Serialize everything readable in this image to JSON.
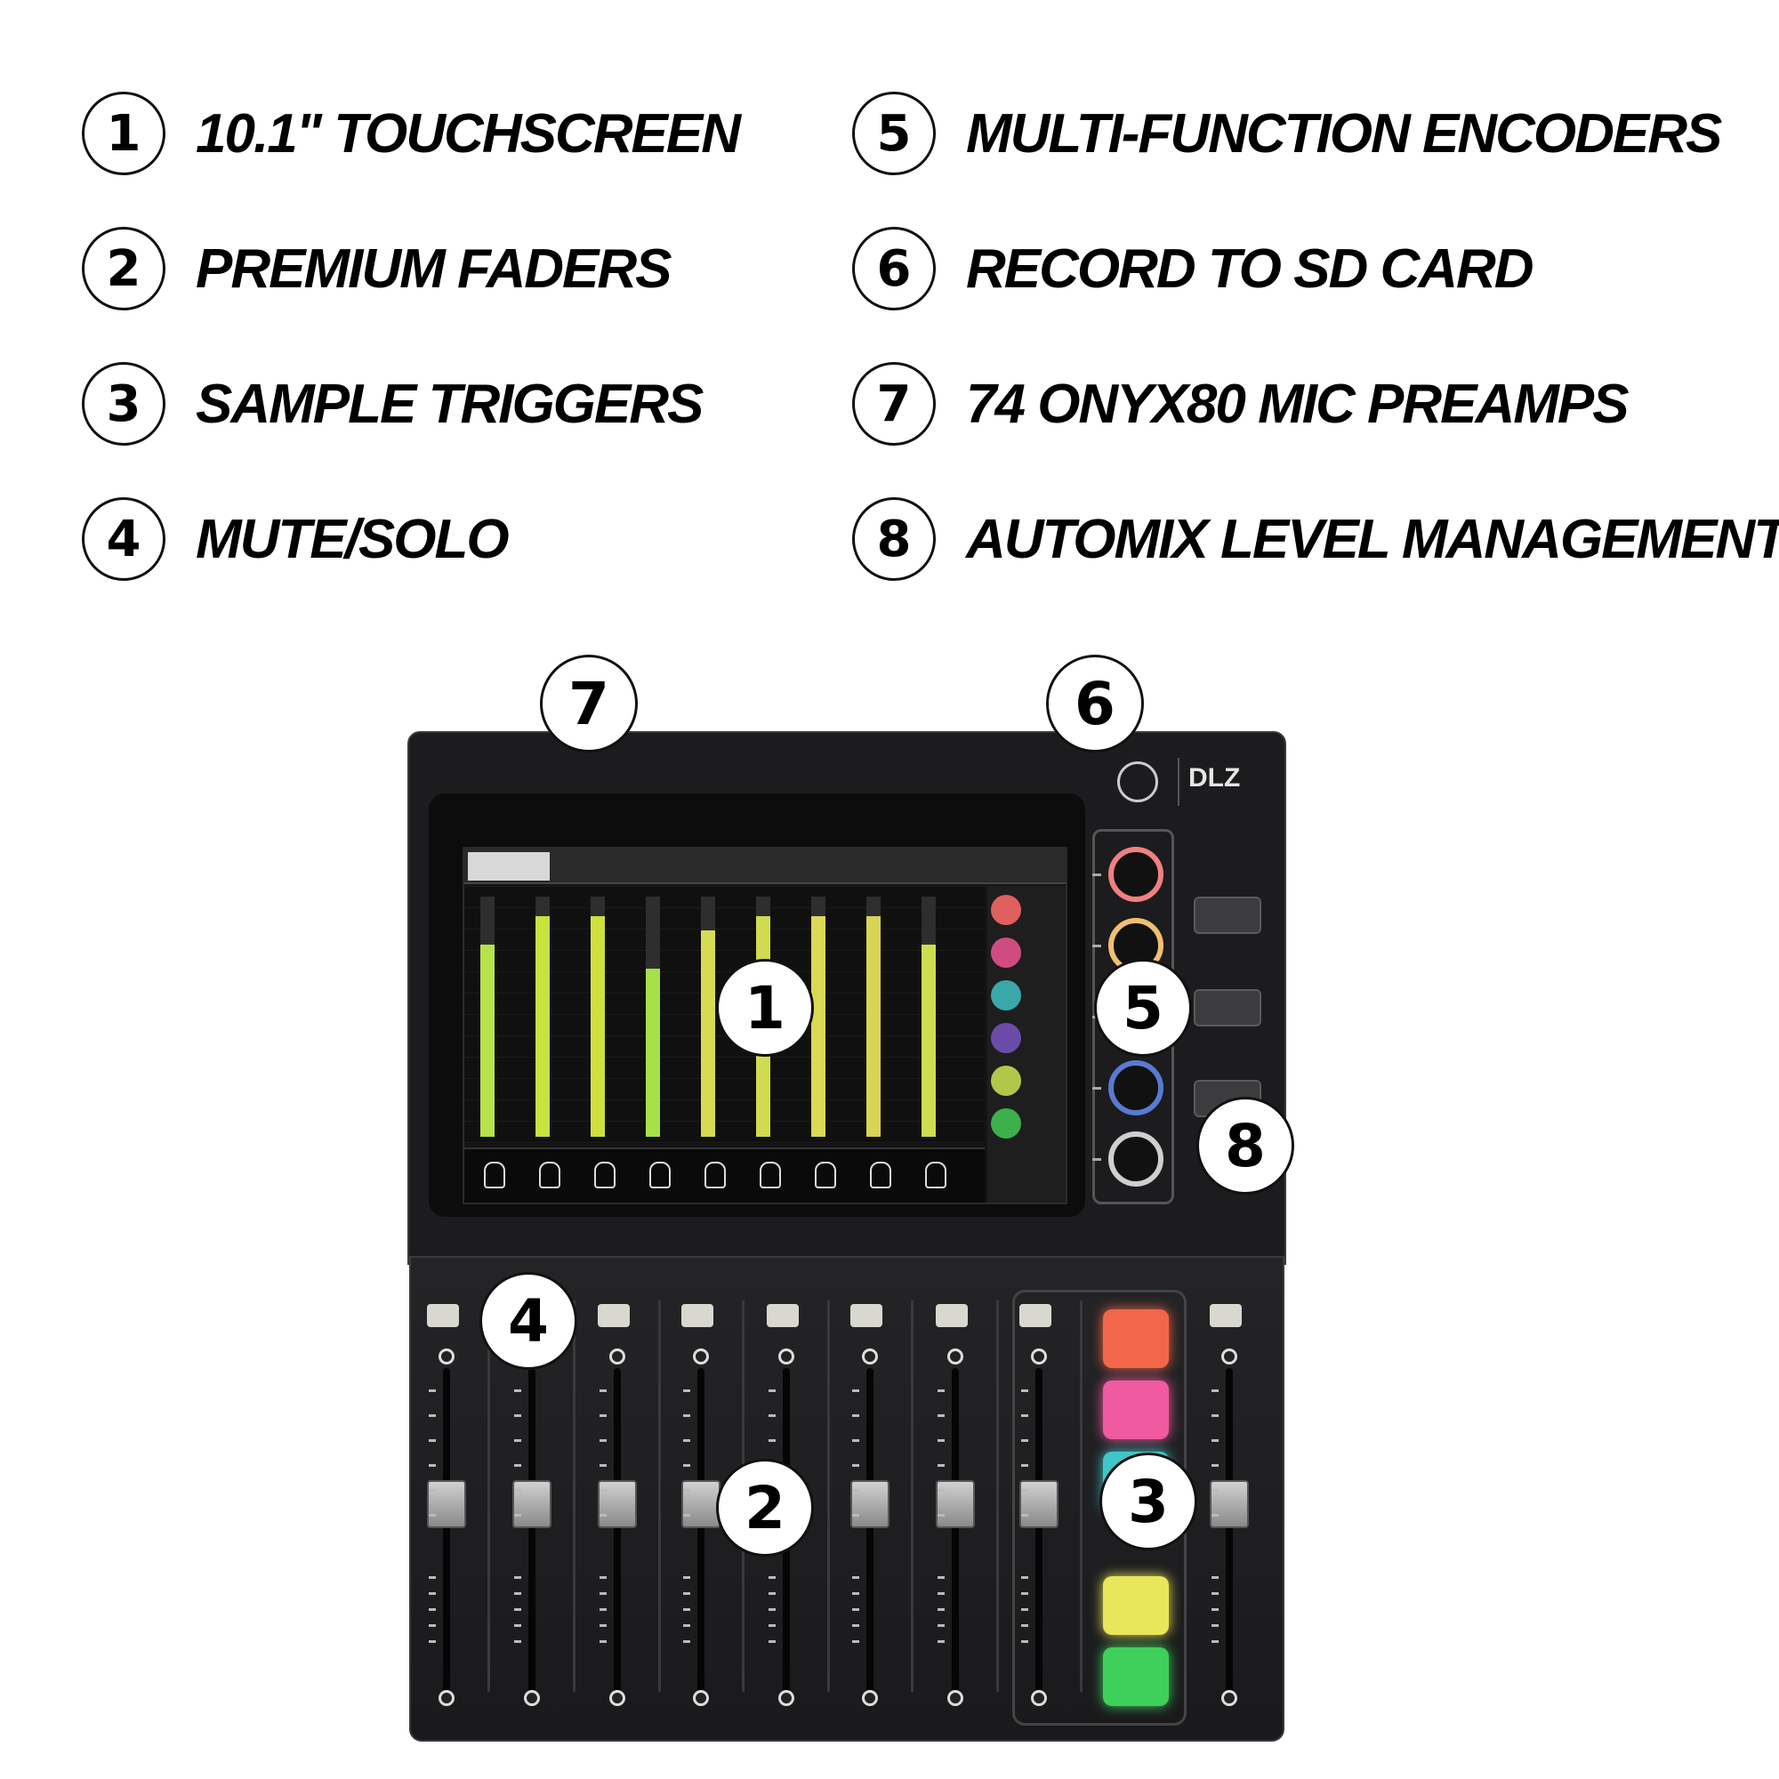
{
  "features": [
    {
      "num": "1",
      "label": "10.1\" TOUCHSCREEN"
    },
    {
      "num": "2",
      "label": "PREMIUM FADERS"
    },
    {
      "num": "3",
      "label": "SAMPLE TRIGGERS"
    },
    {
      "num": "4",
      "label": "MUTE/SOLO"
    },
    {
      "num": "5",
      "label": "MULTI-FUNCTION ENCODERS"
    },
    {
      "num": "6",
      "label": "RECORD TO SD CARD"
    },
    {
      "num": "7",
      "label": "74 ONYX80 MIC PREAMPS"
    },
    {
      "num": "8",
      "label": "AUTOMIX LEVEL MANAGEMENT"
    }
  ],
  "device": {
    "brand": "DLZ",
    "meters": [
      {
        "level": 0.8,
        "color": "#b6e34a"
      },
      {
        "level": 0.92,
        "color": "#c8e23e"
      },
      {
        "level": 0.92,
        "color": "#cfe03c"
      },
      {
        "level": 0.7,
        "color": "#a8e04a"
      },
      {
        "level": 0.86,
        "color": "#d6dc52"
      },
      {
        "level": 0.92,
        "color": "#d0dc50"
      },
      {
        "level": 0.92,
        "color": "#dcd856"
      },
      {
        "level": 0.92,
        "color": "#d8d456"
      },
      {
        "level": 0.8,
        "color": "#cfdc50"
      }
    ],
    "pad_colors": [
      "#f2674a",
      "#f05aa0",
      "#3fc6c8",
      "#e8e65a",
      "#3ed05a"
    ],
    "side_swatch_colors": [
      "#e06060",
      "#d04c80",
      "#3aa8a8",
      "#6a4ca8",
      "#b0c84a",
      "#3cb04a"
    ],
    "encoder_ring_colors": [
      "#f08080",
      "#f0c070",
      "#f0c070",
      "#5a7ad0",
      "#cfcfcf"
    ]
  },
  "callouts": {
    "c1": "1",
    "c2": "2",
    "c3": "3",
    "c4": "4",
    "c5": "5",
    "c6": "6",
    "c7": "7",
    "c8": "8"
  }
}
